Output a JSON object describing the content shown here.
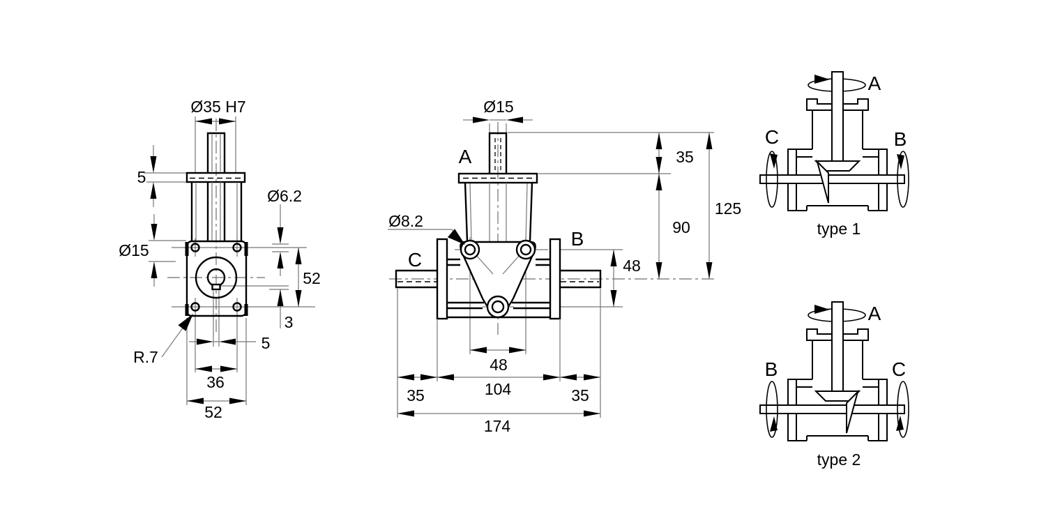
{
  "side_view": {
    "d35": "Ø35 H7",
    "t5": "5",
    "d15": "Ø15",
    "d62": "Ø6.2",
    "v52": "52",
    "k3": "3",
    "r7": "R.7",
    "k5": "5",
    "h36": "36",
    "w52": "52"
  },
  "front_view": {
    "d15": "Ø15",
    "d82": "Ø8.2",
    "a": "A",
    "b": "B",
    "c": "C",
    "t35": "35",
    "m90": "90",
    "h125": "125",
    "s48": "48",
    "b48": "48",
    "w104": "104",
    "l35": "35",
    "r35": "35",
    "w174": "174"
  },
  "type1": {
    "caption": "type 1",
    "a": "A",
    "b": "B",
    "c": "C"
  },
  "type2": {
    "caption": "type 2",
    "a": "A",
    "b": "B",
    "c": "C"
  },
  "colors": {
    "background": "#ffffff",
    "line": "#000000",
    "thin_line": "#767676",
    "text": "#000000"
  }
}
